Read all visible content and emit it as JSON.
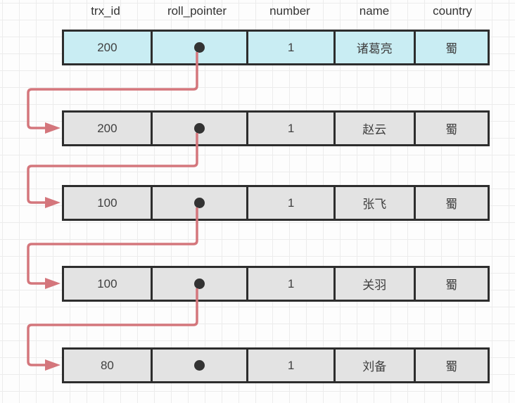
{
  "diagram": {
    "title_hint": "MVCC version chain (undo log)",
    "columns": [
      "trx_id",
      "roll_pointer",
      "number",
      "name",
      "country"
    ],
    "rows": [
      {
        "trx_id": "200",
        "trx_id_color": "#2b50dd",
        "roll_pointer": "dot-icon",
        "number": "1",
        "name": "诸葛亮",
        "country": "蜀",
        "highlighted": true
      },
      {
        "trx_id": "200",
        "trx_id_color": "#2b50dd",
        "roll_pointer": "dot-icon",
        "number": "1",
        "name": "赵云",
        "country": "蜀",
        "highlighted": false
      },
      {
        "trx_id": "100",
        "trx_id_color": "#55a15f",
        "roll_pointer": "dot-icon",
        "number": "1",
        "name": "张飞",
        "country": "蜀",
        "highlighted": false
      },
      {
        "trx_id": "100",
        "trx_id_color": "#55a15f",
        "roll_pointer": "dot-icon",
        "number": "1",
        "name": "关羽",
        "country": "蜀",
        "highlighted": false
      },
      {
        "trx_id": "80",
        "trx_id_color": "#404040",
        "roll_pointer": "dot-icon",
        "number": "1",
        "name": "刘备",
        "country": "蜀",
        "highlighted": false
      }
    ],
    "arrow_count": 4,
    "colors": {
      "arrow": "#d4767c",
      "current_row_fill": "#c9edf3",
      "undo_row_fill": "#e3e3e3",
      "box_border": "#2d2d2d",
      "grid_line": "#ececec",
      "header_text": "#333333",
      "dot": "#333333"
    }
  }
}
